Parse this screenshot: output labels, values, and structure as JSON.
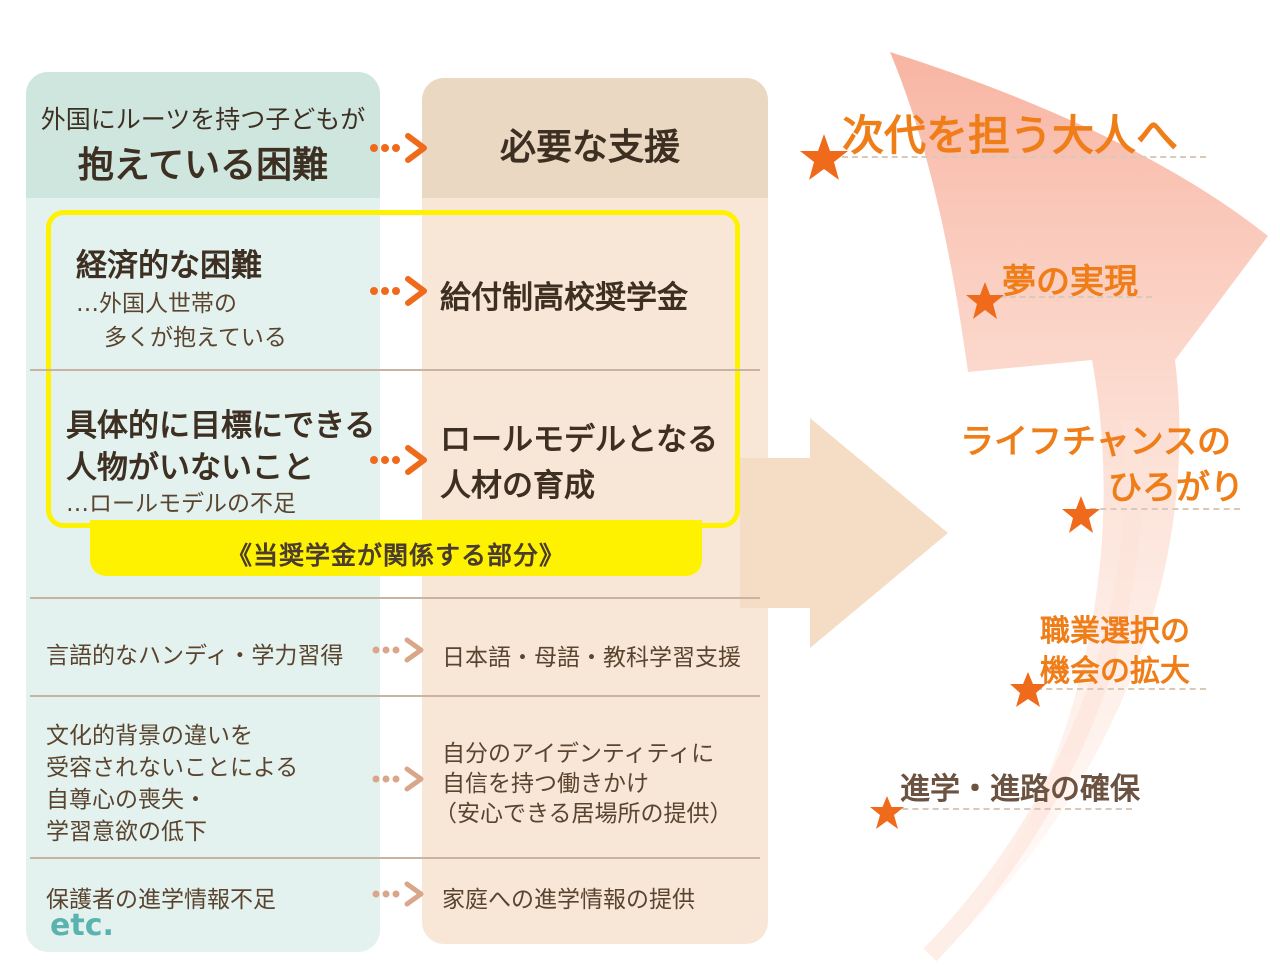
{
  "header": {
    "left_title_line1": "外国にルーツを持つ子どもが",
    "left_title_line2": "抱えている困難",
    "right_title": "必要な支援"
  },
  "highlight": {
    "label": "《当奨学金が関係する部分》",
    "color": "#fff200"
  },
  "rows": [
    {
      "problem_title": "経済的な困難",
      "problem_note_line1": "…外国人世帯の",
      "problem_note_line2": "多くが抱えている",
      "support": "給付制高校奨学金"
    },
    {
      "problem_title_line1": "具体的に目標にできる",
      "problem_title_line2": "人物がいないこと",
      "problem_note": "…ロールモデルの不足",
      "support_line1": "ロールモデルとなる",
      "support_line2": "人材の育成"
    },
    {
      "problem": "言語的なハンディ・学力習得",
      "support": "日本語・母語・教科学習支援"
    },
    {
      "problem_line1": "文化的背景の違いを",
      "problem_line2": "受容されないことによる",
      "problem_line3": "自尊心の喪失・",
      "problem_line4": "学習意欲の低下",
      "support_line1": "自分のアイデンティティに",
      "support_line2": "自信を持つ働きかけ",
      "support_line3": "（安心できる居場所の提供）"
    },
    {
      "problem": "保護者の進学情報不足",
      "support": "家庭への進学情報の提供"
    }
  ],
  "etc_label": "etc.",
  "outcomes": {
    "top": "次代を担う大人へ",
    "dream": "夢の実現",
    "life_line1": "ライフチャンスの",
    "life_line2": "ひろがり",
    "career_line1": "職業選択の",
    "career_line2": "機会の拡大",
    "education": "進学・進路の確保"
  },
  "colors": {
    "accent_orange": "#ef7d18",
    "arrow_orange": "#ef6a1a",
    "arrow_muted": "#d9a68a",
    "left_column": "#e3f2ee",
    "right_column": "#f8e7d6",
    "etc_teal": "#5bb3b0"
  }
}
